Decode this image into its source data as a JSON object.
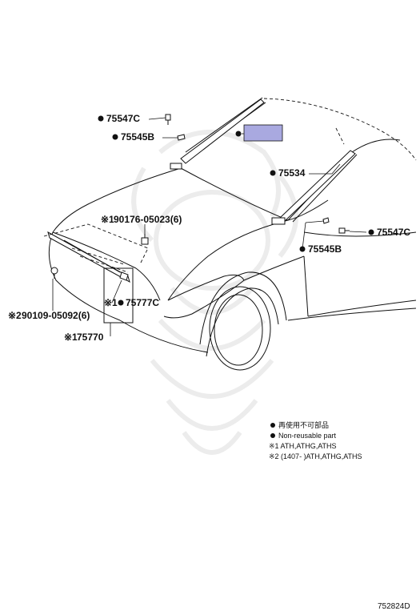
{
  "parts": [
    {
      "id": "p1",
      "label": "75547C",
      "prefix": "",
      "bullet": true
    },
    {
      "id": "p2",
      "label": "75545B",
      "prefix": "",
      "bullet": true
    },
    {
      "id": "p3",
      "label": "75534",
      "prefix": "",
      "bullet": true
    },
    {
      "id": "p4",
      "label": "75547C",
      "prefix": "",
      "bullet": true
    },
    {
      "id": "p5",
      "label": "75545B",
      "prefix": "",
      "bullet": true
    },
    {
      "id": "p6",
      "label": "90176-05023(6)",
      "prefix": "※1",
      "bullet": false
    },
    {
      "id": "p7",
      "label": "75777C",
      "prefix": "※1",
      "bullet": true
    },
    {
      "id": "p8",
      "label": "90109-05092(6)",
      "prefix": "※2",
      "bullet": false
    },
    {
      "id": "p9",
      "label": "75770",
      "prefix": "※1",
      "bullet": false
    }
  ],
  "legend": {
    "line1": "再使用不可部品",
    "line2": "Non-reusable part",
    "line3": "※1 ATH,ATHG,ATHS",
    "line4": "※2 (1407-     )ATH,ATHG,ATHS"
  },
  "colors": {
    "line": "#111111",
    "highlight": "#a9a9e0",
    "watermark": "#ececec"
  },
  "ref_code": "752824D"
}
